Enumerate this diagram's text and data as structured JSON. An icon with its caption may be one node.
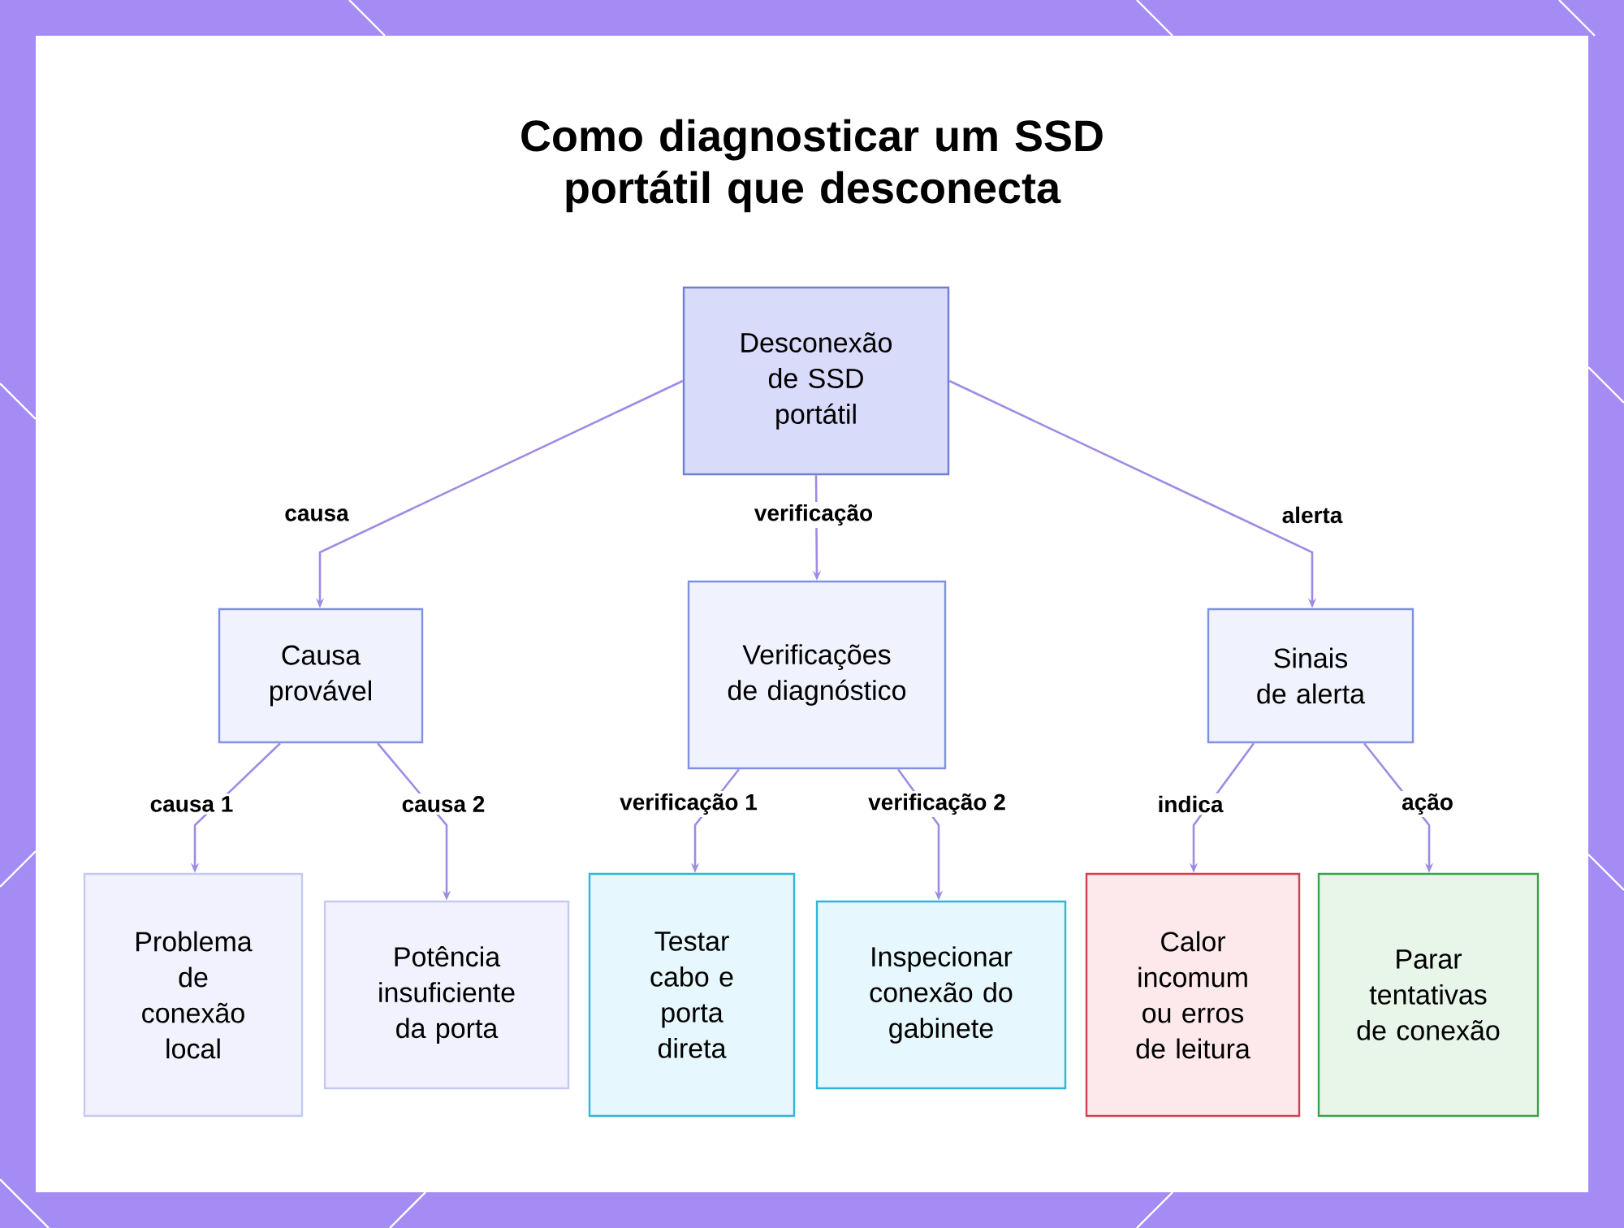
{
  "diagram": {
    "title": "Como diagnosticar um SSD portátil que desconecta",
    "nodes": [
      {
        "text": [
          "Desconexão de SSD portátil"
        ]
      },
      {
        "text": [
          "Causa provável"
        ]
      },
      {
        "text": [
          "Verificações de diagnóstico"
        ]
      },
      {
        "text": [
          "Sinais de alerta"
        ]
      },
      {
        "text": [
          "Problema de conexão local"
        ]
      },
      {
        "text": [
          "Potência insuficiente da porta"
        ]
      },
      {
        "text": [
          "Testar cabo e porta direta"
        ]
      },
      {
        "text": [
          "Inspecionar conexão do gabinete"
        ]
      },
      {
        "text": [
          "Calor incomum ou erros de leitura"
        ]
      },
      {
        "text": [
          "Parar tentativas de conexão"
        ]
      }
    ],
    "edges": [
      {
        "from": 0,
        "to": 1,
        "arrow": "to",
        "label": "causa"
      },
      {
        "from": 0,
        "to": 2,
        "arrow": "to",
        "label": "verificação"
      },
      {
        "from": 0,
        "to": 3,
        "arrow": "to",
        "label": "alerta"
      },
      {
        "from": 1,
        "to": 4,
        "arrow": "to",
        "label": "causa 1"
      },
      {
        "from": 1,
        "to": 5,
        "arrow": "to",
        "label": "causa 2"
      },
      {
        "from": 2,
        "to": 6,
        "arrow": "to",
        "label": "verificação 1"
      },
      {
        "from": 2,
        "to": 7,
        "arrow": "to",
        "label": "verificação 2"
      },
      {
        "from": 3,
        "to": 8,
        "arrow": "to",
        "label": "indica"
      },
      {
        "from": 3,
        "to": 9,
        "arrow": "to",
        "label": "ação"
      }
    ]
  }
}
